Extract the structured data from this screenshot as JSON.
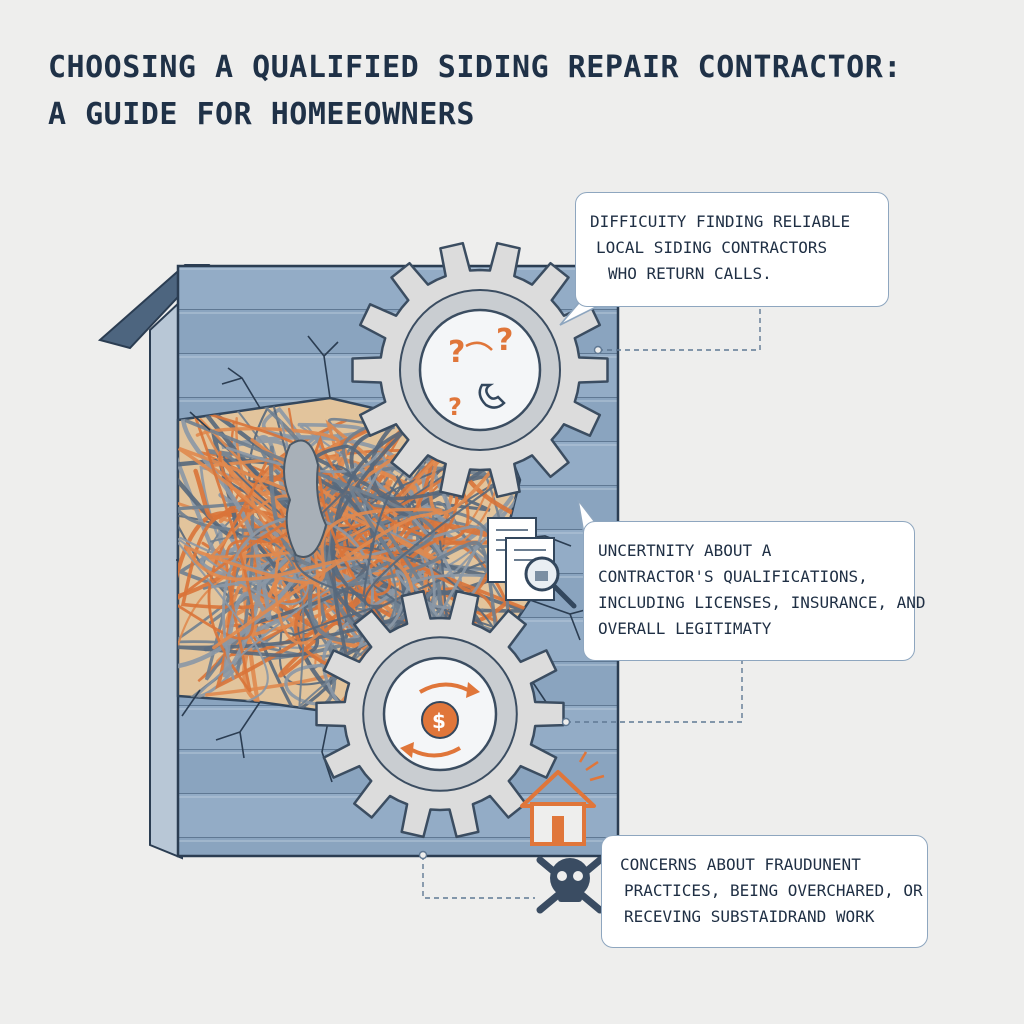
{
  "title": {
    "line1": "CHOOSING A QUALIFIED SIDING REPAIR CONTRACTOR:",
    "line2": "A GUIDE FOR HOMEEOWNERS"
  },
  "callouts": [
    {
      "icon": "phone-question-icon",
      "lines": [
        "DIFFICUITY FINDING RELIABLE",
        "LOCAL SIDING CONTRACTORS",
        "WHO RETURN CALLS."
      ]
    },
    {
      "icon": "document-magnifier-icon",
      "lines": [
        "UNCERTNITY ABOUT A",
        "CONTRACTOR'S QUALIFICATIONS,",
        "INCLUDING LICENSES, INSURANCE, AND",
        "OVERALL LEGITIMATY"
      ]
    },
    {
      "icon": "skull-crossbones-icon",
      "lines": [
        "CONCERNS ABOUT FRAUDUNENT",
        "PRACTICES, BEING OVERCHARED, OR",
        "RECEVING SUBSTAIDRAND WORK"
      ]
    }
  ],
  "colors": {
    "title": "#1f3147",
    "siding": "#8fa9c3",
    "siding_dark": "#5f7893",
    "orange_accent": "#e0763a",
    "gear": "#dcdcdc",
    "callout_border": "#8ea6bf"
  }
}
